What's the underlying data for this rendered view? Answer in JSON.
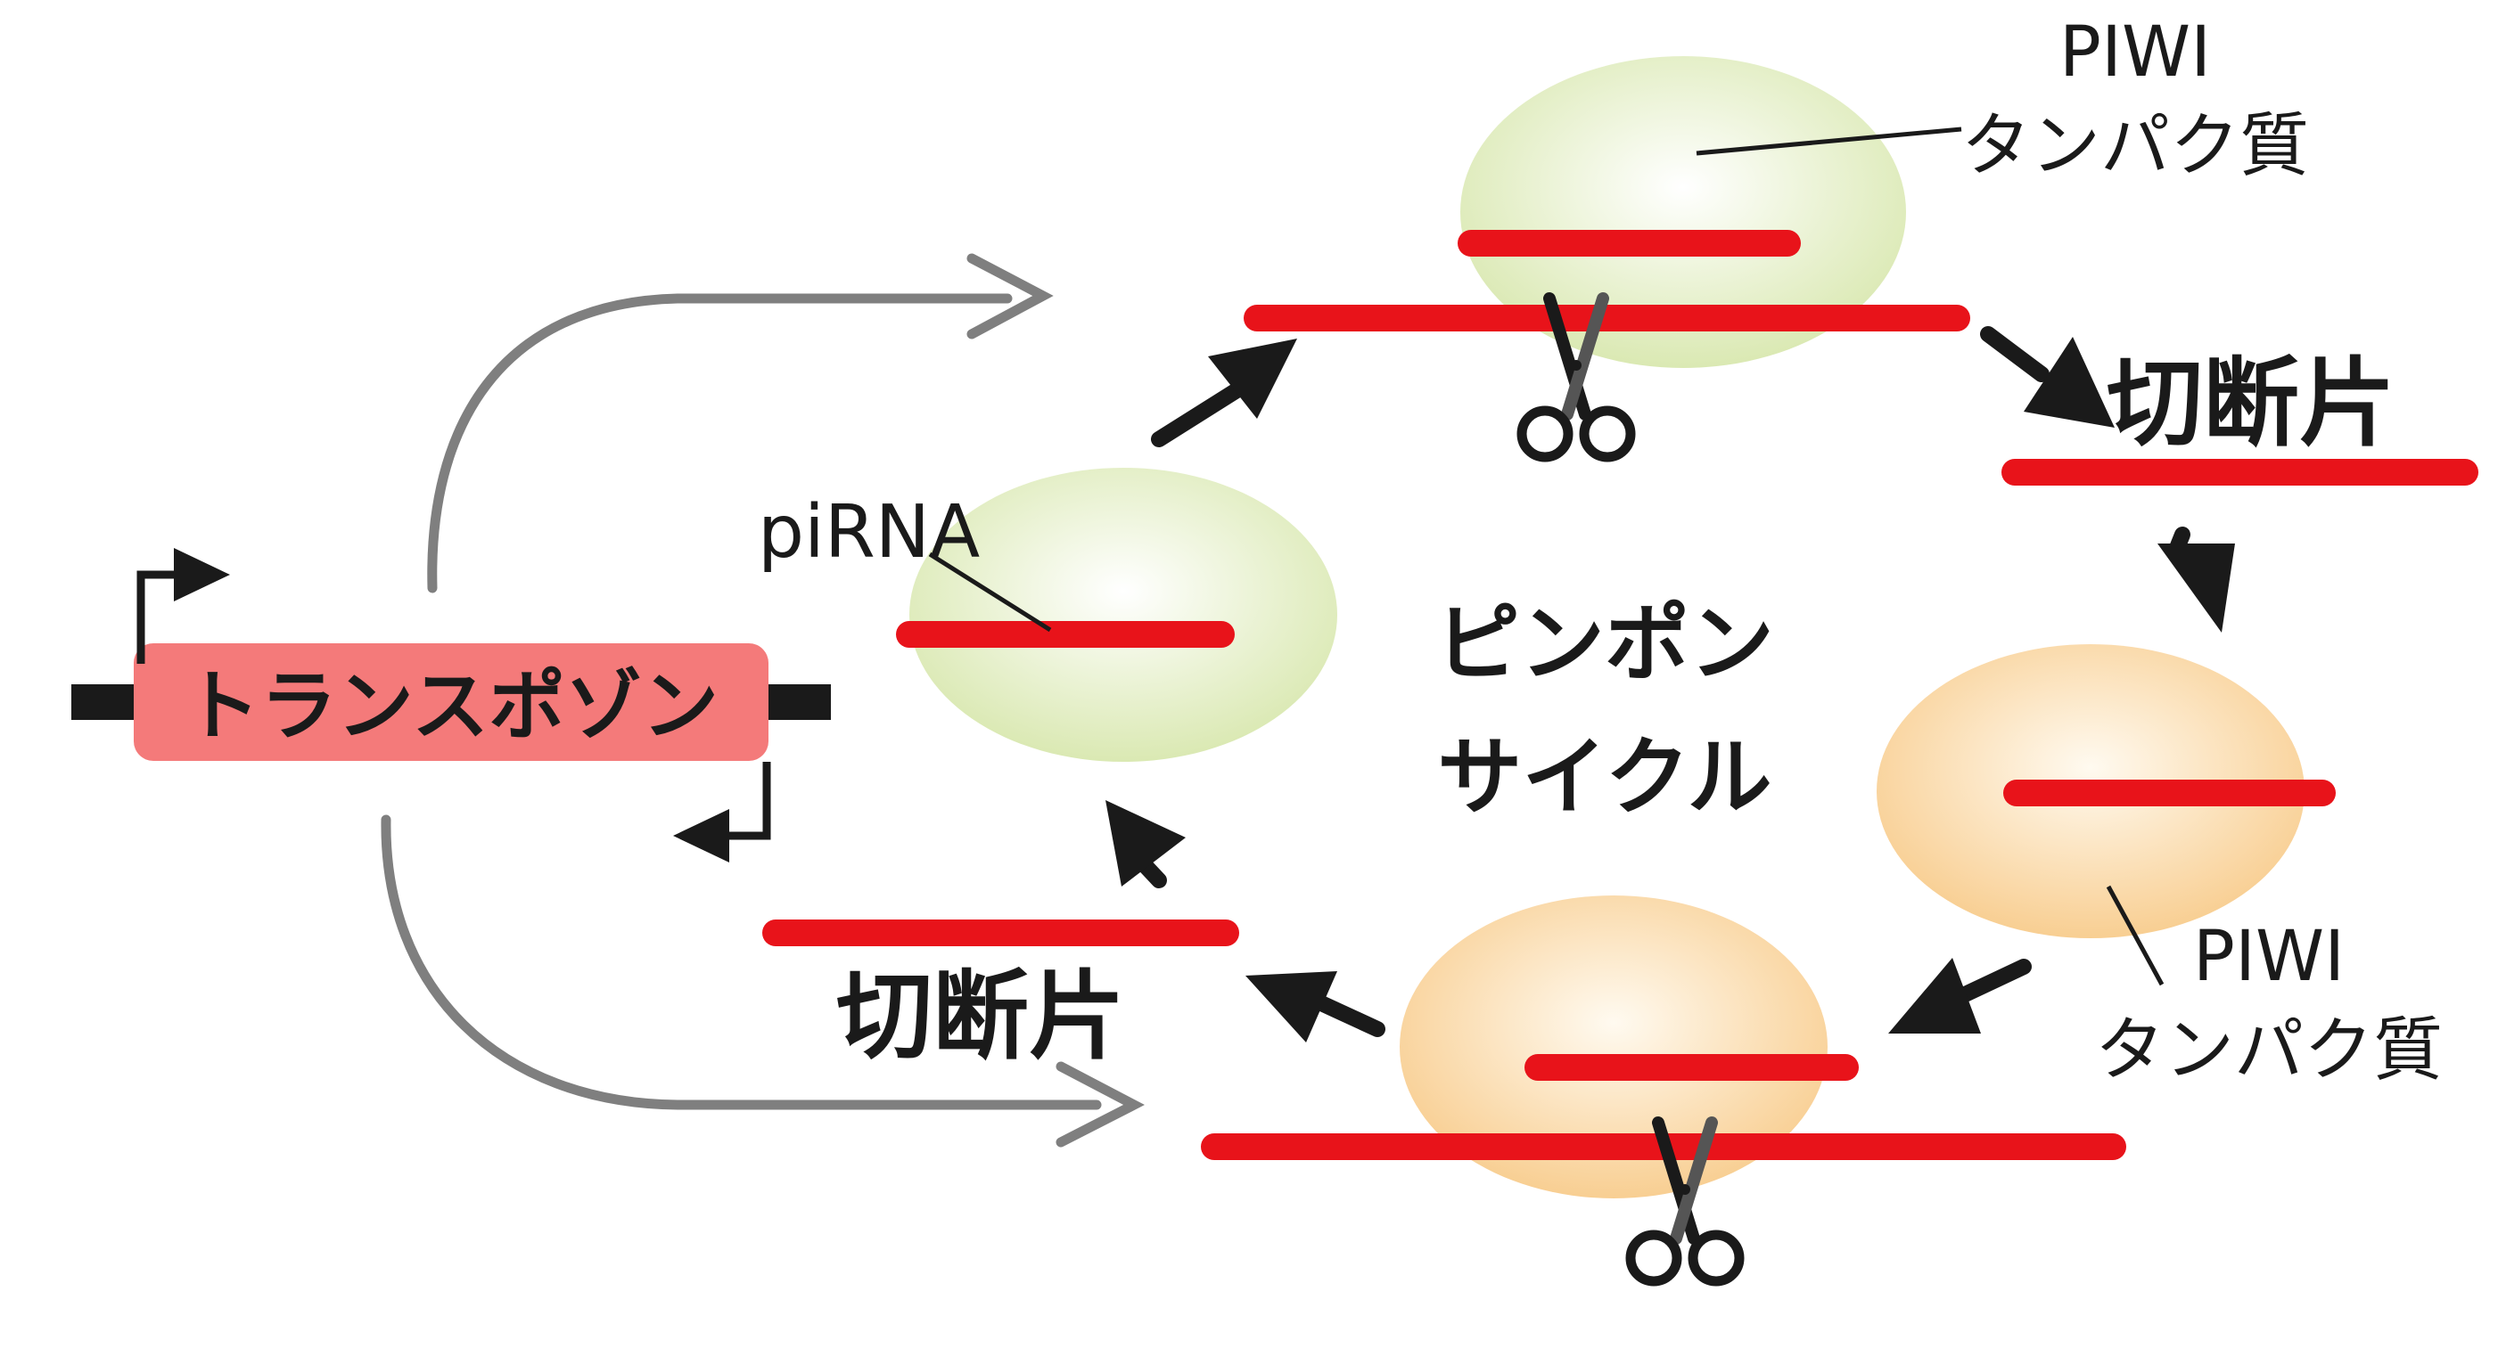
{
  "labels": {
    "transposon": "トランスポゾン",
    "pirna": "piRNA",
    "cycle_line1": "ピンポン",
    "cycle_line2": "サイクル",
    "piwi_top_line1": "PIWI",
    "piwi_top_line2": "タンパク質",
    "piwi_right_line1": "PIWI",
    "piwi_right_line2": "タンパク質",
    "fragment_top": "切断片",
    "fragment_bottom": "切断片"
  },
  "colors": {
    "rna": "#e8131a",
    "transposon_box": "#f47a7a",
    "green_protein": "#d9e8b0",
    "orange_protein": "#f8cd8f",
    "arrow_gray": "#7f7f7f",
    "arrow_black": "#1a1a1a"
  },
  "icons": [
    "scissors-icon",
    "promoter-arrow-icon"
  ]
}
